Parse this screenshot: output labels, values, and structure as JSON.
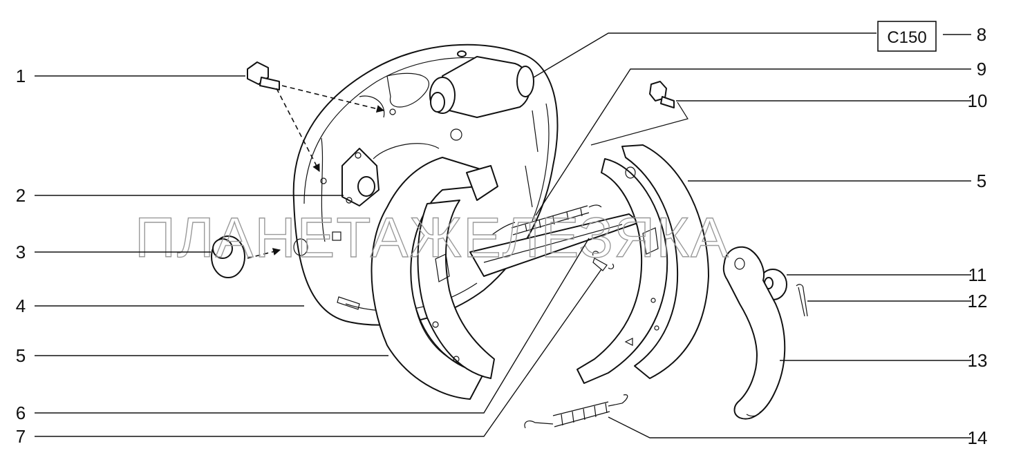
{
  "diagram": {
    "catalog_code": "C150",
    "watermark": "ПЛАНЕТАЖЕЛЕЗЯКА",
    "callouts": [
      "1",
      "2",
      "3",
      "4",
      "5",
      "6",
      "7",
      "8",
      "9",
      "10",
      "5",
      "11",
      "12",
      "13",
      "14"
    ]
  }
}
